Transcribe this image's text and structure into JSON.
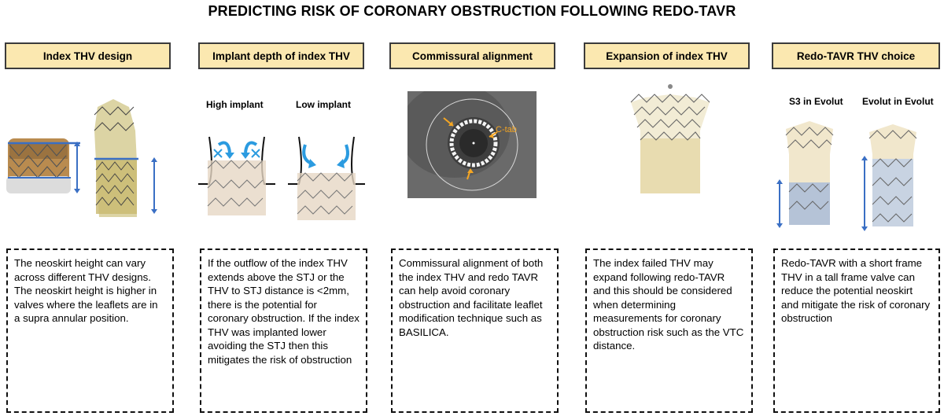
{
  "title": "PREDICTING RISK OF CORONARY OBSTRUCTION FOLLOWING REDO-TAVR",
  "columns": [
    {
      "header": "Index THV design",
      "body": "The neoskirt height can vary across different THV designs. The neoskirt height is higher in valves where the leaflets are in a supra annular position."
    },
    {
      "header": "Implant depth of index THV",
      "sub_left": "High implant",
      "sub_right": "Low implant",
      "body": "If the outflow of the index THV extends above the STJ or the THV to STJ distance is <2mm, there is the potential for coronary obstruction. If the index THV was implanted lower avoiding the STJ then this mitigates the risk of obstruction"
    },
    {
      "header": "Commissural alignment",
      "ct_label": "C-tab",
      "body": "Commissural alignment of both the index THV and redo TAVR can help avoid coronary obstruction and facilitate leaflet modification technique such as BASILICA."
    },
    {
      "header": "Expansion of index THV",
      "body": "The index failed THV may expand following redo-TAVR and this should be considered when determining measurements for coronary obstruction risk such as the VTC distance."
    },
    {
      "header": "Redo-TAVR THV choice",
      "sub_left": "S3 in Evolut",
      "sub_right": "Evolut in Evolut",
      "body": "Redo-TAVR with a short frame THV in a tall frame valve can reduce the potential neoskirt and mitigate the risk of coronary obstruction"
    }
  ],
  "colors": {
    "header_fill": "#fbe8b0",
    "arrow_blue": "#3a6fc4",
    "sky_blue": "#2b9be0",
    "ct_marker": "#f5a623"
  }
}
